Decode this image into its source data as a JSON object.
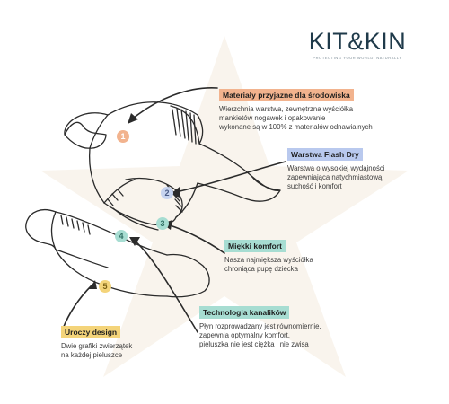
{
  "brand": {
    "name": "KIT&KIN",
    "tagline": "PROTECTING YOUR WORLD, NATURALLY"
  },
  "callouts": [
    {
      "title": "Materiały przyjazne dla środowiska",
      "text": "Wierzchnia warstwa, zewnętrzna wyściółka\nmankietów nogawek i opakowanie\nwykonane są w 100% z materiałów odnawialnych"
    },
    {
      "title": "Warstwa Flash Dry",
      "text": "Warstwa o wysokiej wydajności\nzapewniająca natychmiastową\nsuchość i komfort"
    },
    {
      "title": "Miękki komfort",
      "text": "Nasza najmiększa wyściółka\nchroniąca pupę dziecka"
    },
    {
      "title": "Technologia kanalików",
      "text": "Płyn rozprowadzany jest równomiernie,\nzapewnia optymalny komfort,\npieluszka nie jest ciężka i nie zwisa"
    },
    {
      "title": "Uroczy design",
      "text": "Dwie grafiki zwierzątek\nna każdej pieluszce"
    }
  ],
  "markers": [
    "1",
    "2",
    "3",
    "4",
    "5"
  ],
  "colors": {
    "orange": "#f2b38e",
    "blue": "#b9c9ee",
    "green": "#a7ddd2",
    "yellow": "#f4d47a",
    "line": "#2b2b2b",
    "watermark": "#f6efe6"
  }
}
